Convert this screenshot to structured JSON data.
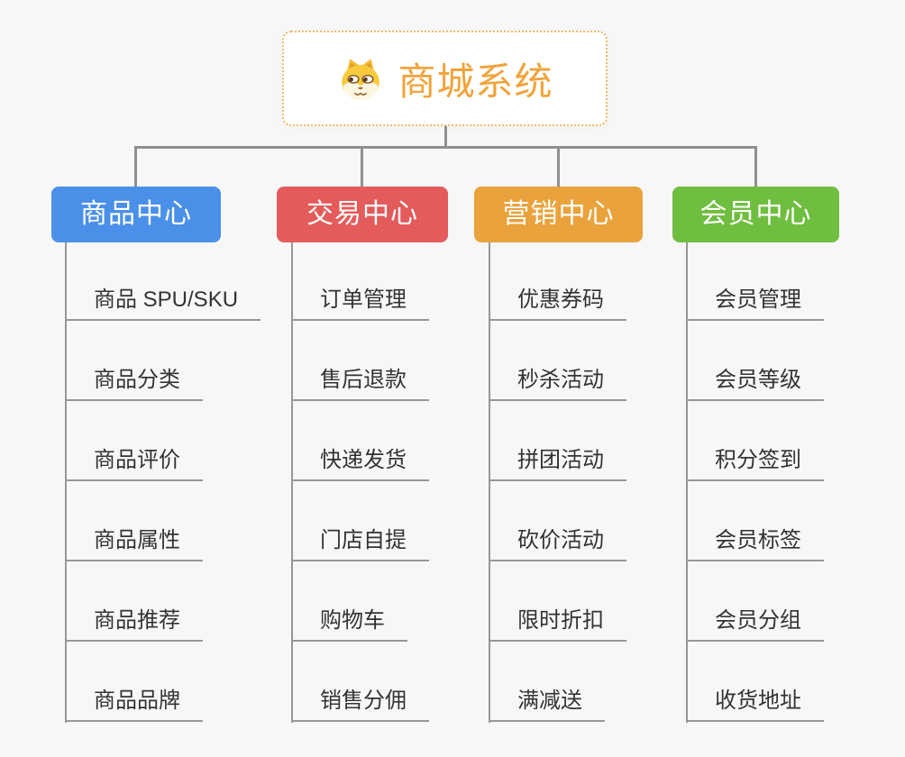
{
  "root": {
    "title": "商城系统",
    "icon": "shiba-dog-icon",
    "accent_color": "#F1A33B",
    "border_color": "#EFB969",
    "background": "#FFFFFF"
  },
  "canvas": {
    "background_color": "#F7F7F8",
    "connector_color": "#8F8F8F",
    "leaf_text_color": "#333333"
  },
  "branches": [
    {
      "label": "商品中心",
      "color": "#4B90E8",
      "items": [
        "商品 SPU/SKU",
        "商品分类",
        "商品评价",
        "商品属性",
        "商品推荐",
        "商品品牌"
      ]
    },
    {
      "label": "交易中心",
      "color": "#E45B5B",
      "items": [
        "订单管理",
        "售后退款",
        "快递发货",
        "门店自提",
        "购物车",
        "销售分佣"
      ]
    },
    {
      "label": "营销中心",
      "color": "#EAA23C",
      "items": [
        "优惠券码",
        "秒杀活动",
        "拼团活动",
        "砍价活动",
        "限时折扣",
        "满减送"
      ]
    },
    {
      "label": "会员中心",
      "color": "#6FBE3F",
      "items": [
        "会员管理",
        "会员等级",
        "积分签到",
        "会员标签",
        "会员分组",
        "收货地址"
      ]
    }
  ]
}
